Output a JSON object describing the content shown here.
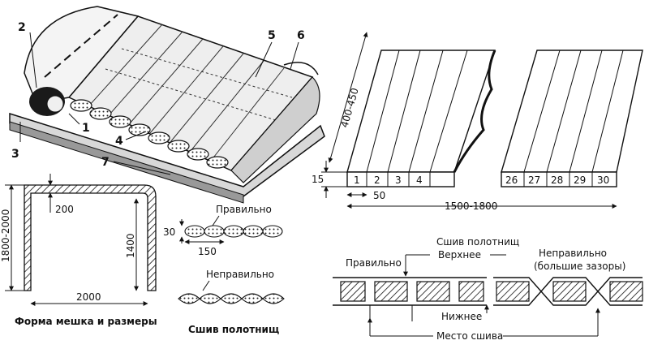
{
  "callouts": [
    "1",
    "2",
    "3",
    "4",
    "5",
    "6",
    "7"
  ],
  "bag": {
    "height_outer": "1800-2000",
    "height_inner": "1400",
    "width": "2000",
    "flap": "200",
    "caption": "Форма мешка и размеры"
  },
  "seam_small": {
    "correct_label": "Правильно",
    "wrong_label": "Неправильно",
    "dim_30": "30",
    "dim_150": "150",
    "caption": "Сшив полотнищ"
  },
  "panel": {
    "height_dim": "400-450",
    "cell_dim": "15",
    "cell_width_dim": "50",
    "total_width_dim": "1500-1800",
    "strips_left": [
      "1",
      "2",
      "3",
      "4"
    ],
    "strips_right": [
      "26",
      "27",
      "28",
      "29",
      "30"
    ]
  },
  "seam_large": {
    "title": "Сшив полотнищ",
    "correct": "Правильно",
    "upper": "Верхнее",
    "wrong": "Неправильно",
    "wrong_note": "(большие зазоры)",
    "lower": "Нижнее",
    "place": "Место сшива"
  }
}
